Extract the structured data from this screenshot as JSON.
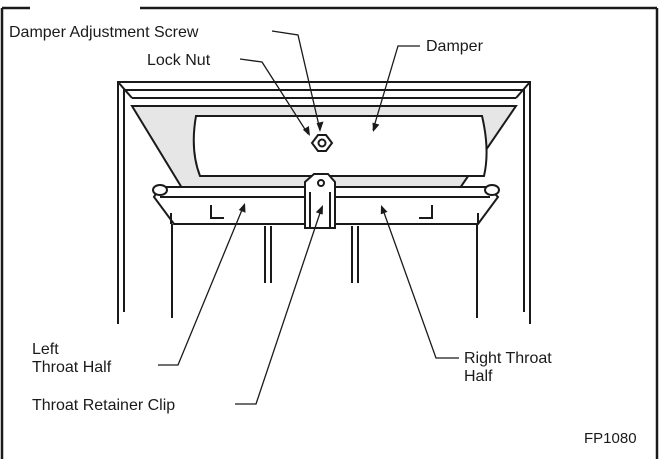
{
  "figure": {
    "labels": {
      "damper_adjustment_screw": "Damper Adjustment Screw",
      "lock_nut": "Lock Nut",
      "damper": "Damper",
      "left_throat_half_line1": "Left",
      "left_throat_half_line2": "Throat Half",
      "right_throat_half_line1": "Right Throat",
      "right_throat_half_line2": "Half",
      "throat_retainer_clip": "Throat Retainer Clip"
    },
    "figure_number": "FP1080"
  },
  "colors": {
    "line": "#1a1a1a",
    "damper_fill": "#e6e6e6",
    "background": "#ffffff"
  }
}
